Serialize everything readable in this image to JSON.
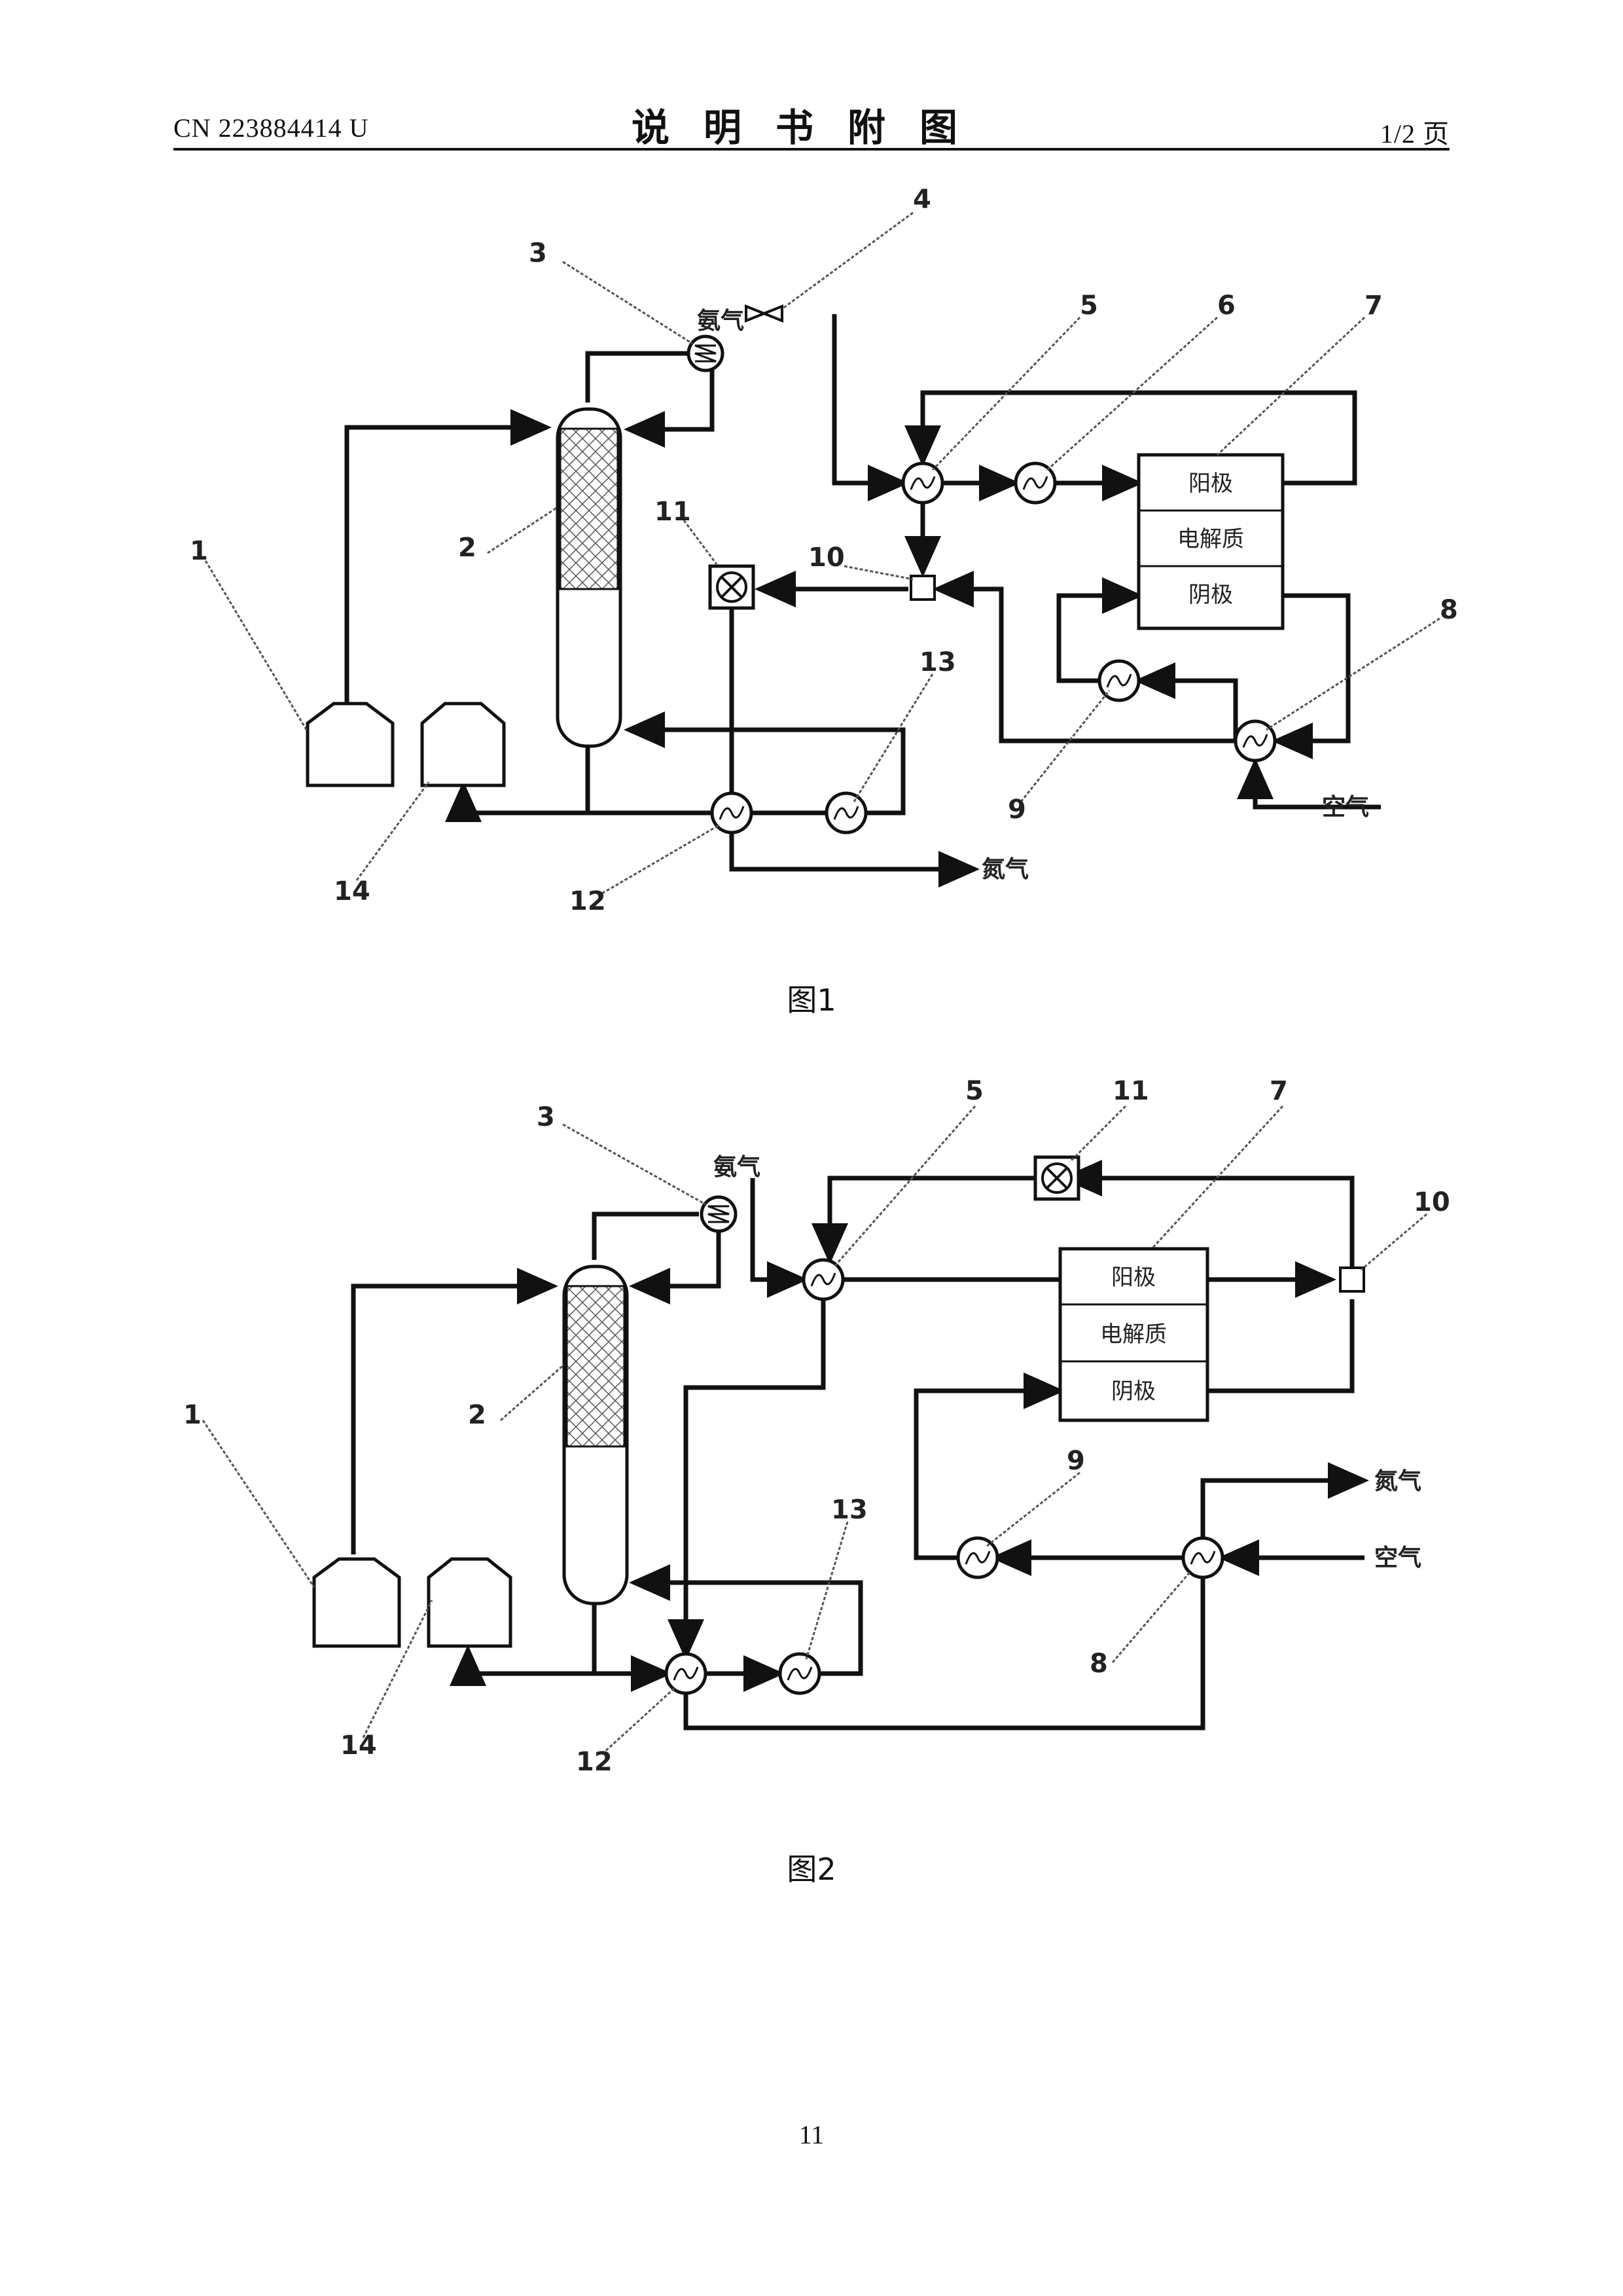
{
  "header": {
    "doc_number": "CN 223884414 U",
    "title": "说明书附图",
    "page_of": "1/2 页"
  },
  "figures": [
    {
      "caption": "图1",
      "numbers": [
        "1",
        "2",
        "3",
        "4",
        "5",
        "6",
        "7",
        "8",
        "9",
        "10",
        "11",
        "12",
        "13",
        "14"
      ],
      "cell_layers": [
        "阳极",
        "电解质",
        "阴极"
      ],
      "streams": {
        "top": "氨气",
        "air": "空气",
        "exhaust": "氮气"
      }
    },
    {
      "caption": "图2",
      "numbers": [
        "1",
        "2",
        "3",
        "5",
        "7",
        "8",
        "9",
        "10",
        "11",
        "12",
        "13",
        "14"
      ],
      "cell_layers": [
        "阳极",
        "电解质",
        "阴极"
      ],
      "streams": {
        "top": "氨气",
        "exhaust": "氮气",
        "air": "空气"
      }
    }
  ],
  "page_number": "11"
}
